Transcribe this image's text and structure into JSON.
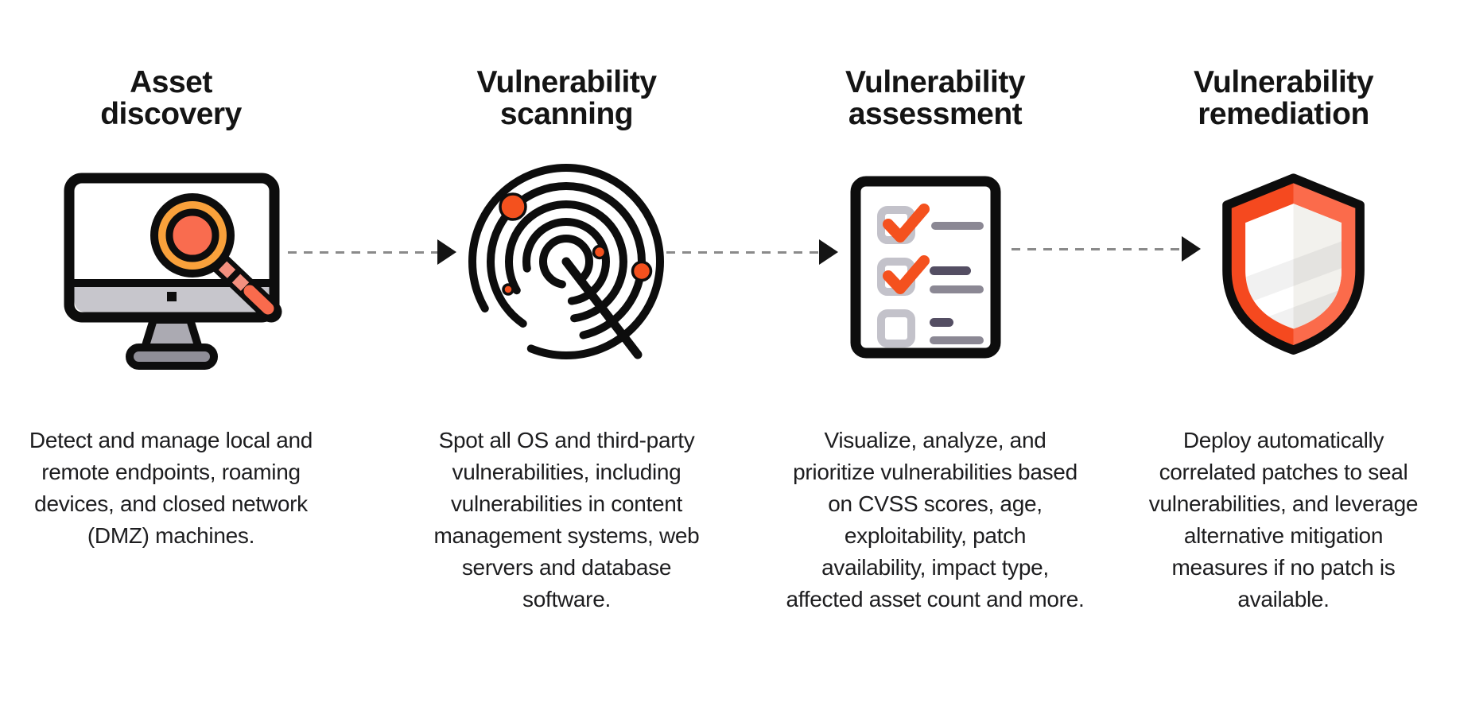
{
  "diagram": {
    "background": "#ffffff",
    "steps": [
      {
        "title_lines": [
          "Asset",
          "discovery"
        ],
        "icon": "monitor-magnifier-icon",
        "description_lines": [
          "Detect and manage local and",
          "remote endpoints, roaming",
          "devices, and closed network",
          "(DMZ) machines."
        ]
      },
      {
        "title_lines": [
          "Vulnerability",
          "scanning"
        ],
        "icon": "radar-icon",
        "description_lines": [
          "Spot all OS and third-party",
          "vulnerabilities, including",
          "vulnerabilities in content",
          "management systems, web",
          "servers and database",
          "software."
        ]
      },
      {
        "title_lines": [
          "Vulnerability",
          "assessment"
        ],
        "icon": "checklist-icon",
        "description_lines": [
          "Visualize, analyze, and",
          "prioritize vulnerabilities based",
          "on CVSS scores, age,",
          "exploitability, patch",
          "availability, impact type,",
          "affected asset count and more."
        ]
      },
      {
        "title_lines": [
          "Vulnerability",
          "remediation"
        ],
        "icon": "shield-icon",
        "description_lines": [
          "Deploy automatically",
          "correlated patches to seal",
          "vulnerabilities, and leverage",
          "alternative mitigation",
          "measures if no patch is",
          "available."
        ]
      }
    ],
    "colors": {
      "outline_black": "#0d0d0d",
      "accent_orange": "#f4511e",
      "accent_orange_light": "#fb6b4b",
      "magnifier_ring_orange": "#f9a13b",
      "magnifier_lens_coral": "#f96c4f",
      "handle_salmon": "#f4907f",
      "monitor_chin_gray": "#c7c6cc",
      "monitor_stand_gray": "#abaab2",
      "monitor_base_gray": "#8f8e97",
      "checkbox_gray": "#c3c2ca",
      "list_line_gray": "#8b8894",
      "list_line_dark": "#544e63",
      "connector_gray": "#8a8a8a",
      "shield_stripe_gray": "#e8e7e3"
    }
  }
}
